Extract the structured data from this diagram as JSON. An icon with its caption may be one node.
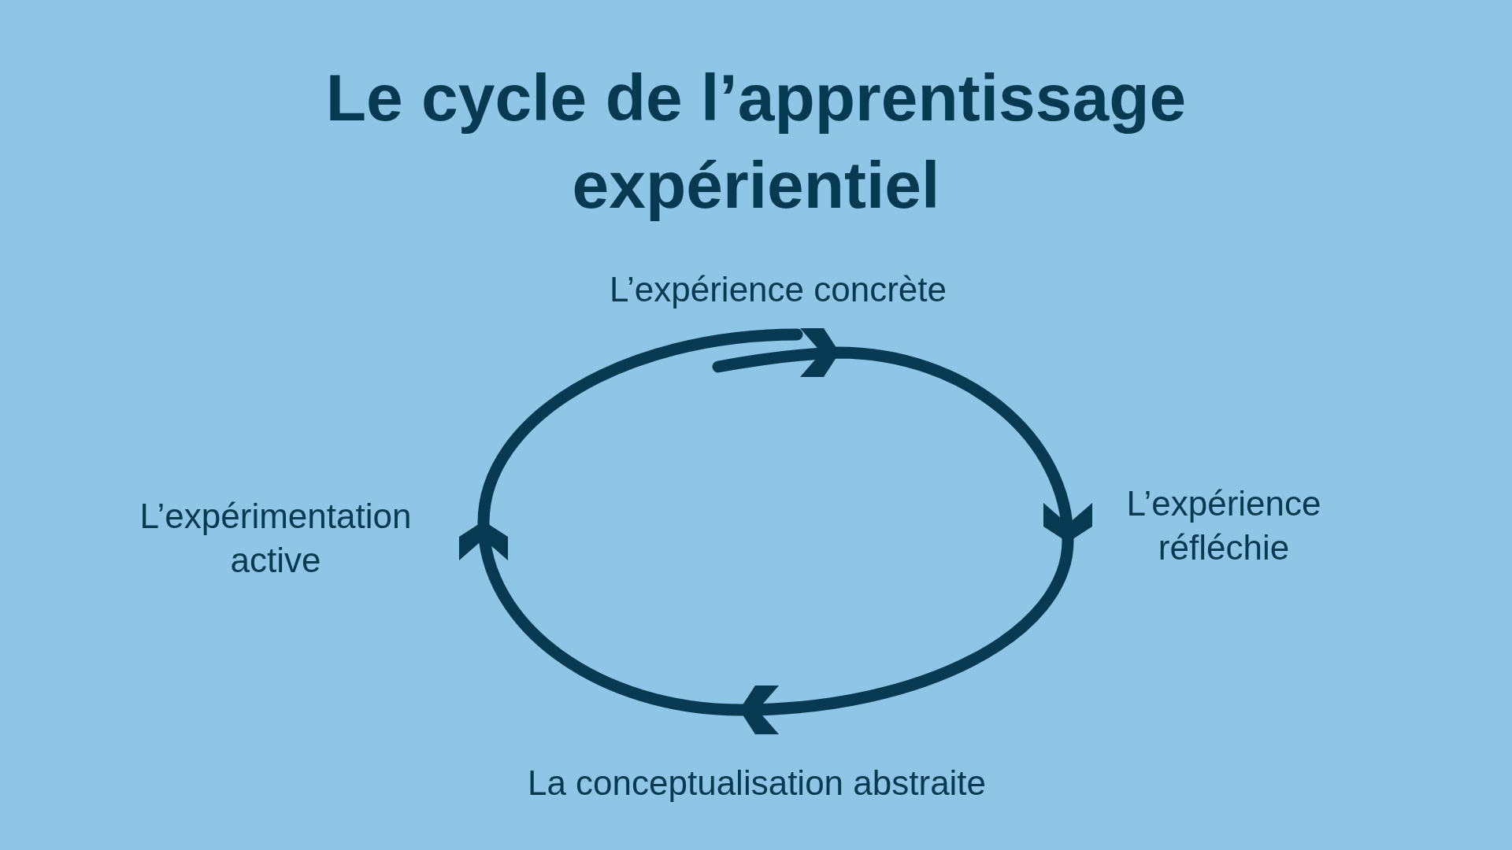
{
  "diagram": {
    "title": "Le cycle de l’apprentissage expérientiel",
    "labels": [
      "L’expérience concrète",
      "L’expérimentation active",
      "L’expérience réfléchie",
      "La conceptualisation abstraite"
    ]
  }
}
